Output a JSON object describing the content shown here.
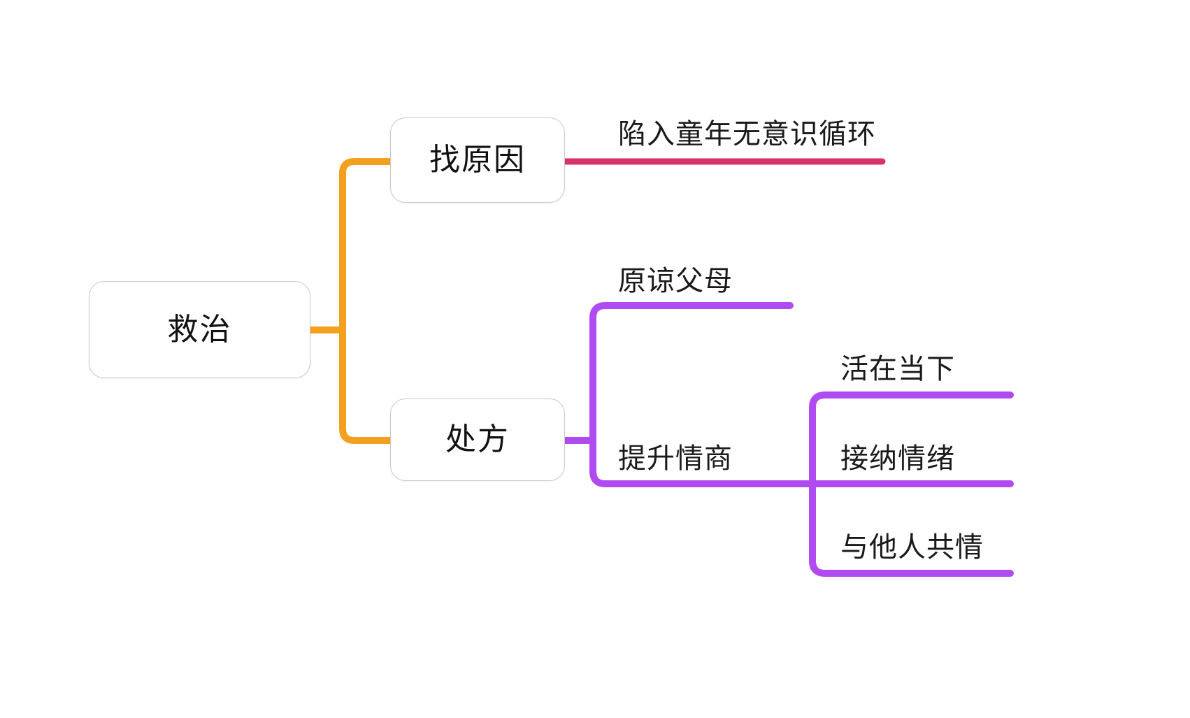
{
  "diagram": {
    "type": "mind-map",
    "title": "救治",
    "background_color": "#ffffff",
    "colors": {
      "trunk_orange": "#F2A01E",
      "branch_crimson": "#D6336C",
      "branch_purple": "#AF4BF0",
      "node_border": "#c9c9c9",
      "node_fill": "#ffffff",
      "text": "#111111"
    }
  },
  "root": {
    "label": "救治"
  },
  "branches": [
    {
      "label": "找原因",
      "connector_color": "#F2A01E",
      "children": [
        {
          "label": "陷入童年无意识循环",
          "connector_color": "#D6336C",
          "children": []
        }
      ]
    },
    {
      "label": "处方",
      "connector_color": "#F2A01E",
      "children": [
        {
          "label": "原谅父母",
          "connector_color": "#AF4BF0",
          "children": []
        },
        {
          "label": "提升情商",
          "connector_color": "#AF4BF0",
          "children": [
            {
              "label": "活在当下",
              "connector_color": "#AF4BF0"
            },
            {
              "label": "接纳情绪",
              "connector_color": "#AF4BF0"
            },
            {
              "label": "与他人共情",
              "connector_color": "#AF4BF0"
            }
          ]
        }
      ]
    }
  ]
}
